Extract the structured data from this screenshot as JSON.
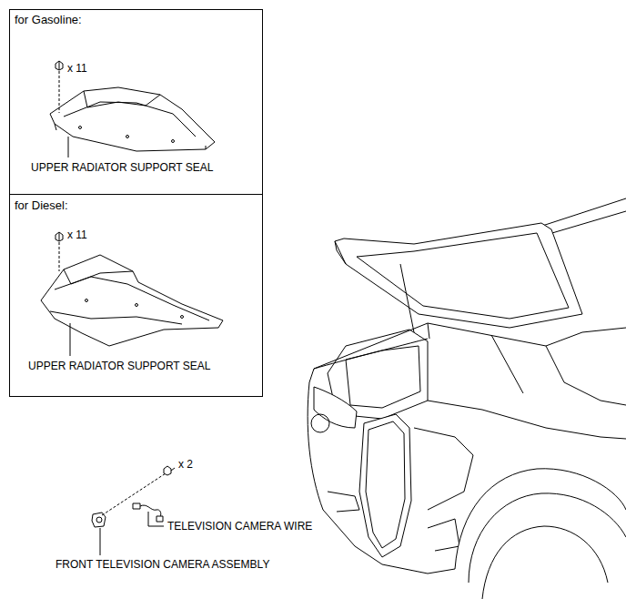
{
  "diagram": {
    "nodes": [
      {
        "text": [
          "for Gasoline:",
          "x 11",
          "UPPER RADIATOR SUPPORT SEAL"
        ]
      },
      {
        "text": [
          "for Diesel:",
          "x 11",
          "UPPER RADIATOR SUPPORT SEAL"
        ]
      }
    ],
    "labels": [
      "x 2",
      "TELEVISION CAMERA WIRE",
      "FRONT TELEVISION CAMERA ASSEMBLY"
    ]
  }
}
